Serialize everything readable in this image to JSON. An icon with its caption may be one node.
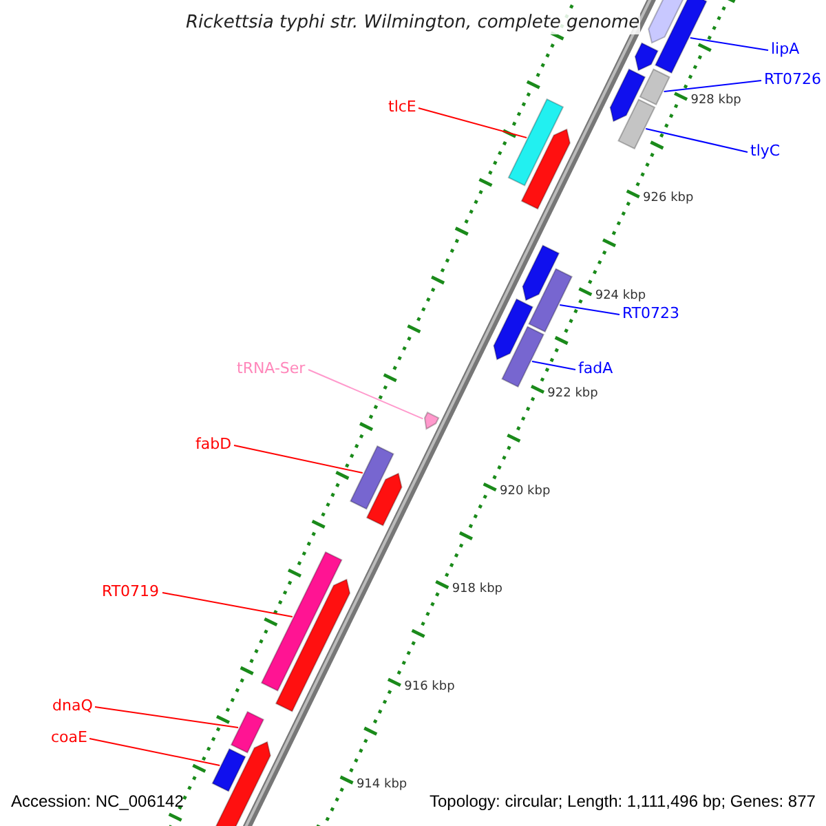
{
  "diagram": {
    "title": "Rickettsia typhi str. Wilmington, complete genome",
    "nodes": [
      {
        "text": [
          "lipA"
        ]
      },
      {
        "text": [
          "RT0726"
        ]
      },
      {
        "text": [
          "tlyC"
        ]
      },
      {
        "text": [
          "tlcE"
        ]
      },
      {
        "text": [
          "RT0723"
        ]
      },
      {
        "text": [
          "fadA"
        ]
      },
      {
        "text": [
          "tRNA-Ser"
        ]
      },
      {
        "text": [
          "fabD"
        ]
      },
      {
        "text": [
          "RT0719"
        ]
      },
      {
        "text": [
          "dnaQ"
        ]
      },
      {
        "text": [
          "coaE"
        ]
      },
      {
        "text": [],
        "shape": "arrow"
      },
      {
        "text": [],
        "shape": "bar"
      },
      {
        "text": [],
        "shape": "arrow"
      },
      {
        "text": [],
        "shape": "bar"
      },
      {
        "text": [],
        "shape": "arrow"
      },
      {
        "text": [],
        "shape": "bar"
      },
      {
        "text": [],
        "shape": "bar"
      },
      {
        "text": [],
        "shape": "arrow"
      },
      {
        "text": [],
        "shape": "arrow"
      },
      {
        "text": [],
        "shape": "bar"
      },
      {
        "text": [],
        "shape": "arrow"
      },
      {
        "text": [],
        "shape": "bar"
      },
      {
        "text": [],
        "shape": "arrow"
      },
      {
        "text": [],
        "shape": "bar"
      },
      {
        "text": [],
        "shape": "arrow"
      },
      {
        "text": [],
        "shape": "bar"
      },
      {
        "text": [],
        "shape": "arrow"
      },
      {
        "text": [],
        "shape": "bar"
      },
      {
        "text": [],
        "shape": "arrow"
      },
      {
        "text": [],
        "shape": "bar"
      }
    ],
    "edges": [
      {
        "from": 0,
        "to": 12,
        "arrow": "none",
        "color": "#0000ff"
      },
      {
        "from": 1,
        "to": 14,
        "arrow": "none",
        "color": "#0000ff"
      },
      {
        "from": 2,
        "to": 16,
        "arrow": "none",
        "color": "#0000ff"
      },
      {
        "from": 3,
        "to": 17,
        "arrow": "none",
        "color": "#ff0000"
      },
      {
        "from": 4,
        "to": 20,
        "arrow": "none",
        "color": "#0000ff"
      },
      {
        "from": 5,
        "to": 22,
        "arrow": "none",
        "color": "#0000ff"
      },
      {
        "from": 6,
        "to": 23,
        "arrow": "none",
        "color": "#ff99cc"
      },
      {
        "from": 7,
        "to": 24,
        "arrow": "none",
        "color": "#ff0000"
      },
      {
        "from": 8,
        "to": 26,
        "arrow": "none",
        "color": "#ff0000"
      },
      {
        "from": 9,
        "to": 28,
        "arrow": "none",
        "color": "#ff0000"
      },
      {
        "from": 10,
        "to": 30,
        "arrow": "none",
        "color": "#ff0000"
      }
    ],
    "labels": [
      "928 kbp",
      "926 kbp",
      "924 kbp",
      "922 kbp",
      "920 kbp",
      "918 kbp",
      "916 kbp",
      "914 kbp",
      "Accession: NC_006142",
      "Topology: circular; Length: 1,111,496 bp; Genes: 877"
    ]
  }
}
